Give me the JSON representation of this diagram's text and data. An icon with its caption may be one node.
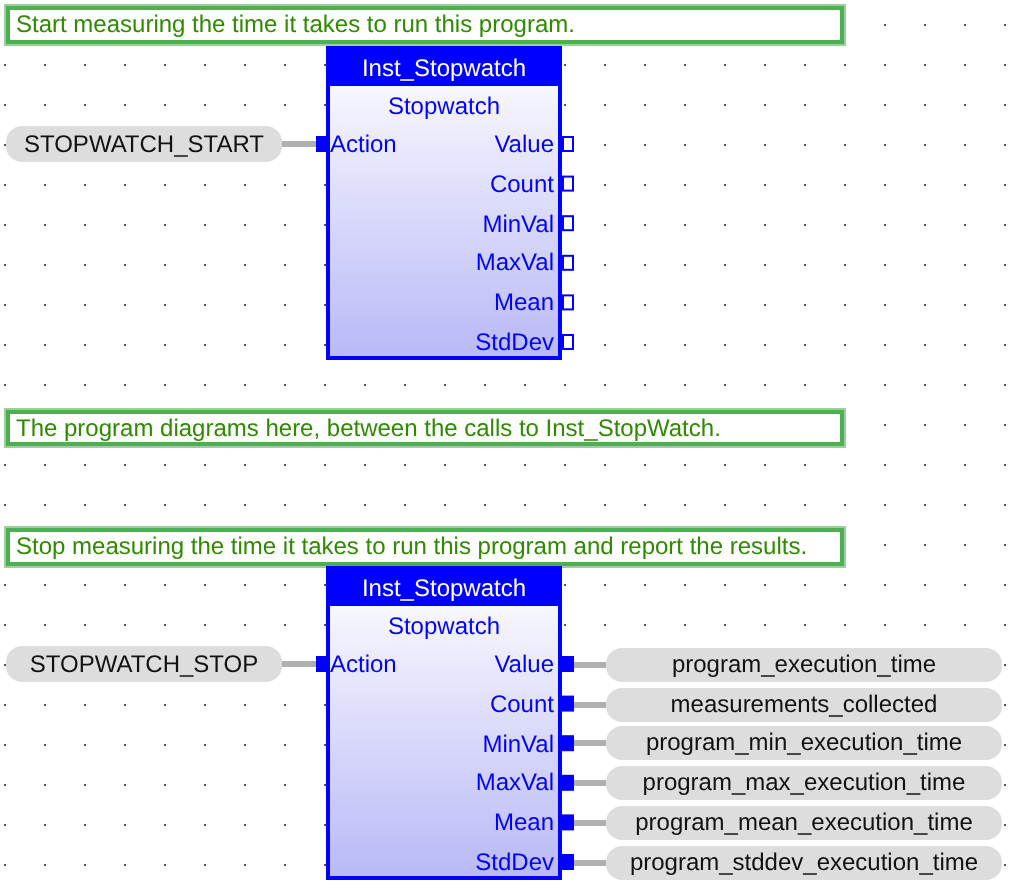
{
  "diagram": {
    "nodes": [
      {
        "text": [
          "Start measuring the time it takes to run this program."
        ]
      },
      {
        "text": [
          "Inst_Stopwatch",
          "Stopwatch",
          "Action",
          "Value",
          "Count",
          "MinVal",
          "MaxVal",
          "Mean",
          "StdDev"
        ]
      },
      {
        "text": [
          "STOPWATCH_START"
        ]
      },
      {
        "text": [
          "The program diagrams here, between the calls to Inst_StopWatch."
        ]
      },
      {
        "text": [
          "Stop measuring the time it takes to run this program and report the results."
        ]
      },
      {
        "text": [
          "Inst_Stopwatch",
          "Stopwatch",
          "Action",
          "Value",
          "Count",
          "MinVal",
          "MaxVal",
          "Mean",
          "StdDev"
        ]
      },
      {
        "text": [
          "STOPWATCH_STOP"
        ]
      },
      {
        "text": [
          "program_execution_time"
        ]
      },
      {
        "text": [
          "measurements_collected"
        ]
      },
      {
        "text": [
          "program_min_execution_time"
        ]
      },
      {
        "text": [
          "program_max_execution_time"
        ]
      },
      {
        "text": [
          "program_mean_execution_time"
        ]
      },
      {
        "text": [
          "program_stddev_execution_time"
        ]
      }
    ],
    "edges": [
      {
        "from": 2,
        "to": 1,
        "arrow": "none"
      },
      {
        "from": 6,
        "to": 5,
        "arrow": "none"
      },
      {
        "from": 5,
        "to": 7,
        "arrow": "none"
      },
      {
        "from": 5,
        "to": 8,
        "arrow": "none"
      },
      {
        "from": 5,
        "to": 9,
        "arrow": "none"
      },
      {
        "from": 5,
        "to": 10,
        "arrow": "none"
      },
      {
        "from": 5,
        "to": 11,
        "arrow": "none"
      },
      {
        "from": 5,
        "to": 12,
        "arrow": "none"
      }
    ]
  }
}
